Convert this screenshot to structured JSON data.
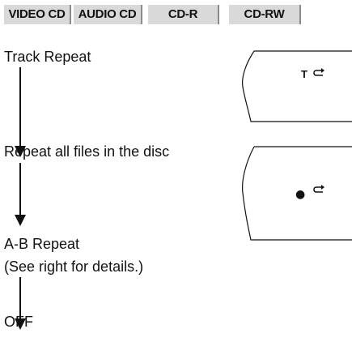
{
  "tabs": [
    "VIDEO CD",
    "AUDIO CD",
    "CD-R",
    "CD-RW"
  ],
  "steps": {
    "track_repeat": "Track Repeat",
    "repeat_all": "Repeat all files in the disc",
    "ab_repeat_line1": "A-B Repeat",
    "ab_repeat_line2": "(See right for details.)",
    "off": "OFF"
  },
  "displays": {
    "track_repeat_indicator": "T",
    "repeat_all_indicator": "●"
  },
  "icons": {
    "flow_arrow": "down-arrow-icon",
    "repeat_symbol": "repeat-icon"
  }
}
